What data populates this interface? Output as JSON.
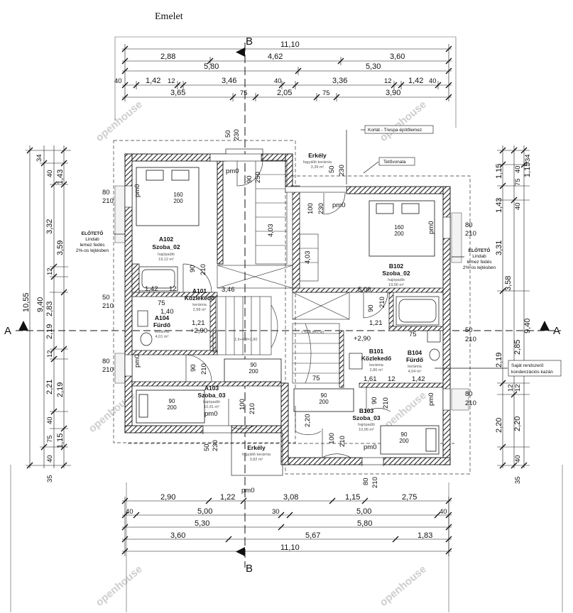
{
  "title": "Emelet",
  "section_markers": {
    "a": "A",
    "b": "B"
  },
  "top_dims": {
    "row1": [
      "11,10"
    ],
    "row2": [
      "2,88",
      "4,62",
      "3,60"
    ],
    "row3": [
      "5,80",
      "5,30"
    ],
    "row4": [
      "40",
      "1,42",
      "12",
      "3,46",
      "40",
      "3,36",
      "12",
      "1,42",
      "40"
    ],
    "row5": [
      "3,65",
      "75",
      "2,05",
      "75",
      "3,90"
    ]
  },
  "bottom_dims": {
    "row1": [
      "2,90",
      "1,22",
      "3,08",
      "1,15",
      "2,75"
    ],
    "row2": [
      "40",
      "5,00",
      "30",
      "5,00",
      "40"
    ],
    "row3": [
      "5,30",
      "5,80"
    ],
    "row4": [
      "3,60",
      "5,67",
      "1,83"
    ],
    "row5": [
      "11,10"
    ]
  },
  "left_dims": {
    "outer": [
      "10,55"
    ],
    "mid": [
      "9,40"
    ],
    "inner": [
      "34",
      "40",
      "3,32",
      "12",
      "2,83",
      "2,19",
      "12",
      "2,21",
      "40",
      "75",
      "40",
      "35"
    ],
    "inner2": [
      "1,43",
      "3,59",
      "2,19",
      "1,15"
    ]
  },
  "right_dims": {
    "a": [
      "34",
      "40",
      "75",
      "40",
      "2,85",
      "12",
      "2,20",
      "40",
      "35"
    ],
    "b": [
      "1,15",
      "1,43",
      "3,31",
      "2,19",
      "12",
      "2,20"
    ],
    "c": [
      "1,15",
      "3,58",
      "9,40"
    ]
  },
  "rooms": [
    {
      "code": "A102",
      "name": "Szoba_02",
      "floor": "hajópadló",
      "area": "19,12 m²"
    },
    {
      "code": "A101",
      "name": "Közlekedő",
      "floor": "kerámia",
      "area": "2,98 m²"
    },
    {
      "code": "A104",
      "name": "Fürdő",
      "floor": "kerámia",
      "area": "4,01 m²"
    },
    {
      "code": "A103",
      "name": "Szoba_03",
      "floor": "hajópadló",
      "area": "10,91 m²"
    },
    {
      "code": "B102",
      "name": "Szoba_02",
      "floor": "hajópadló",
      "area": "19,06 m²"
    },
    {
      "code": "B101",
      "name": "Közlekedő",
      "floor": "kerámia",
      "area": "2,86 m²"
    },
    {
      "code": "B104",
      "name": "Fürdő",
      "floor": "kerámia",
      "area": "4,04 m²"
    },
    {
      "code": "B103",
      "name": "Szoba_03",
      "floor": "hajópadló",
      "area": "10,96 m²"
    }
  ],
  "balconies": [
    {
      "name": "Erkély",
      "floor": "fagyálló kerámia",
      "area": "3,39 m²"
    },
    {
      "name": "Erkély",
      "floor": "fagyálló kerámia",
      "area": "3,82 m²"
    }
  ],
  "beds": {
    "double": [
      "160",
      "200"
    ],
    "single": [
      "90",
      "200"
    ]
  },
  "annotations": {
    "korlat": "Korlát - Trespa építőlemez",
    "teto": "Tetővonala",
    "eloteto_left": [
      "ELŐTETŐ",
      "Lindab",
      "lemez fedés",
      "2%-os lejtésben"
    ],
    "eloteto_right": [
      "ELŐTETŐ",
      "Lindab",
      "lemez fedés",
      "2%-os lejtésben"
    ],
    "kazan": [
      "Saját rendszerű",
      "kondenzációs kazán"
    ]
  },
  "misc_labels": {
    "pm0": "pm0",
    "d80": "80",
    "d210": "210",
    "d50": "50",
    "d90": "90",
    "d100": "100",
    "d230": "230",
    "d250": "250",
    "d75": "75",
    "d12": "12",
    "d140": "1,40",
    "d142": "1,42",
    "d121": "1,21",
    "d161": "1,61",
    "d500": "5,00",
    "d346": "3,46",
    "d403": "4,03",
    "d220": "2,20",
    "lvl": "+2,90",
    "stair": "1,6+4,8=2,90"
  },
  "watermark": "openhouse"
}
